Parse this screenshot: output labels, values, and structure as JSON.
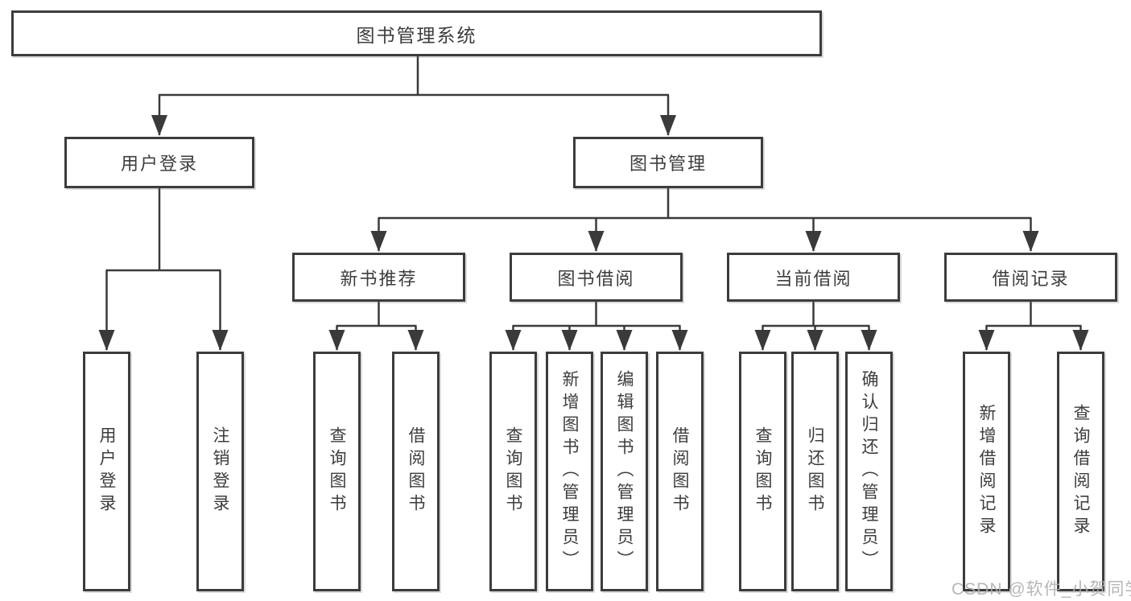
{
  "diagram_type": "hierarchy-tree",
  "watermark": "CSDN @软件_小贺同学",
  "colors": {
    "line": "#3a3a3a",
    "box_border": "#3c3c3c",
    "text": "#3d3d3d",
    "background": "#ffffff",
    "watermark": "#afafaf"
  },
  "tree": {
    "root": {
      "label": "图书管理系统",
      "children": [
        {
          "label": "用户登录",
          "children": [
            {
              "label": "用户登录"
            },
            {
              "label": "注销登录"
            }
          ]
        },
        {
          "label": "图书管理",
          "children": [
            {
              "label": "新书推荐",
              "children": [
                {
                  "label": "查询图书"
                },
                {
                  "label": "借阅图书"
                }
              ]
            },
            {
              "label": "图书借阅",
              "children": [
                {
                  "label": "查询图书"
                },
                {
                  "label": "新增图书（管理员）"
                },
                {
                  "label": "编辑图书（管理员）"
                },
                {
                  "label": "借阅图书"
                }
              ]
            },
            {
              "label": "当前借阅",
              "children": [
                {
                  "label": "查询图书"
                },
                {
                  "label": "归还图书"
                },
                {
                  "label": "确认归还（管理员）"
                }
              ]
            },
            {
              "label": "借阅记录",
              "children": [
                {
                  "label": "新增借阅记录"
                },
                {
                  "label": "查询借阅记录"
                }
              ]
            }
          ]
        }
      ]
    }
  }
}
